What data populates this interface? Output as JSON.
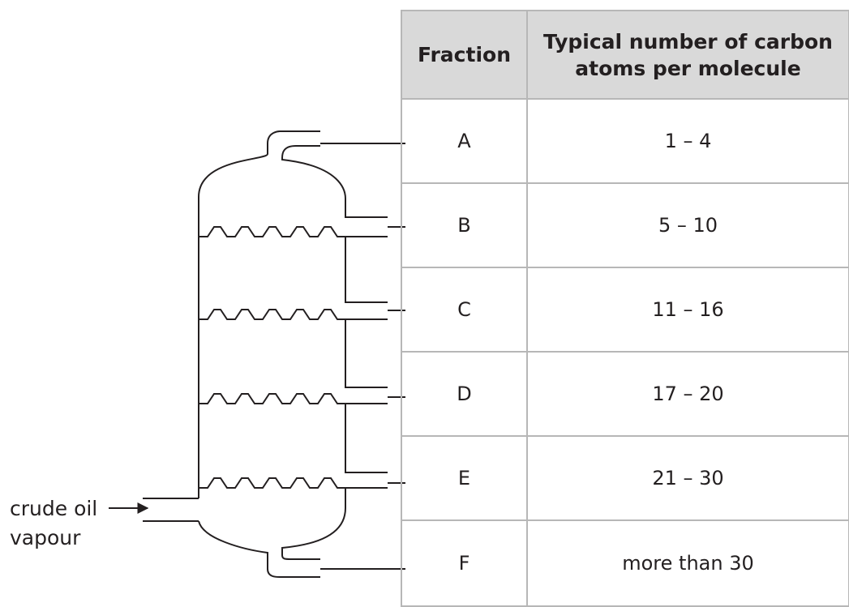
{
  "table": {
    "headers": [
      "Fraction",
      "Typical number of carbon atoms per molecule"
    ],
    "rows": [
      {
        "fraction": "A",
        "carbon_atoms": "1 – 4"
      },
      {
        "fraction": "B",
        "carbon_atoms": "5 – 10"
      },
      {
        "fraction": "C",
        "carbon_atoms": "11 – 16"
      },
      {
        "fraction": "D",
        "carbon_atoms": "17 – 20"
      },
      {
        "fraction": "E",
        "carbon_atoms": "21 – 30"
      },
      {
        "fraction": "F",
        "carbon_atoms": "more than 30"
      }
    ]
  },
  "diagram": {
    "input_label_line1": "crude oil",
    "input_label_line2": "vapour"
  }
}
